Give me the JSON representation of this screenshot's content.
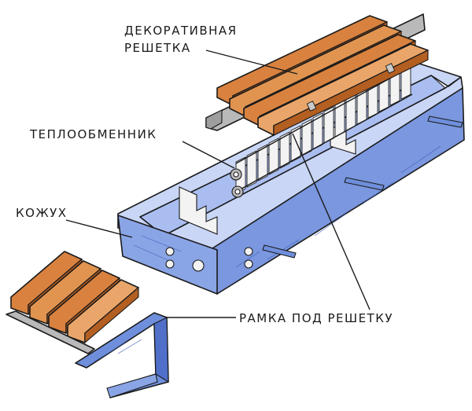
{
  "labels": {
    "grille": "ДЕКОРАТИВНАЯ\nРЕШЕТКА",
    "heat_exchanger": "ТЕПЛООБМЕННИК",
    "housing": "КОЖУХ",
    "grille_frame": "РАМКА ПОД РЕШЕТКУ"
  },
  "colors": {
    "housing_blue": "#6f8fdc",
    "housing_blue_light": "#a9bdf0",
    "housing_blue_dark": "#3f5fb8",
    "wood_orange": "#d9823f",
    "wood_orange_light": "#eaa66a",
    "wood_orange_dark": "#b45f22",
    "fin_white": "#f3f3f3",
    "metal_grey": "#b9b9b9",
    "ink": "#1a1a1a"
  }
}
